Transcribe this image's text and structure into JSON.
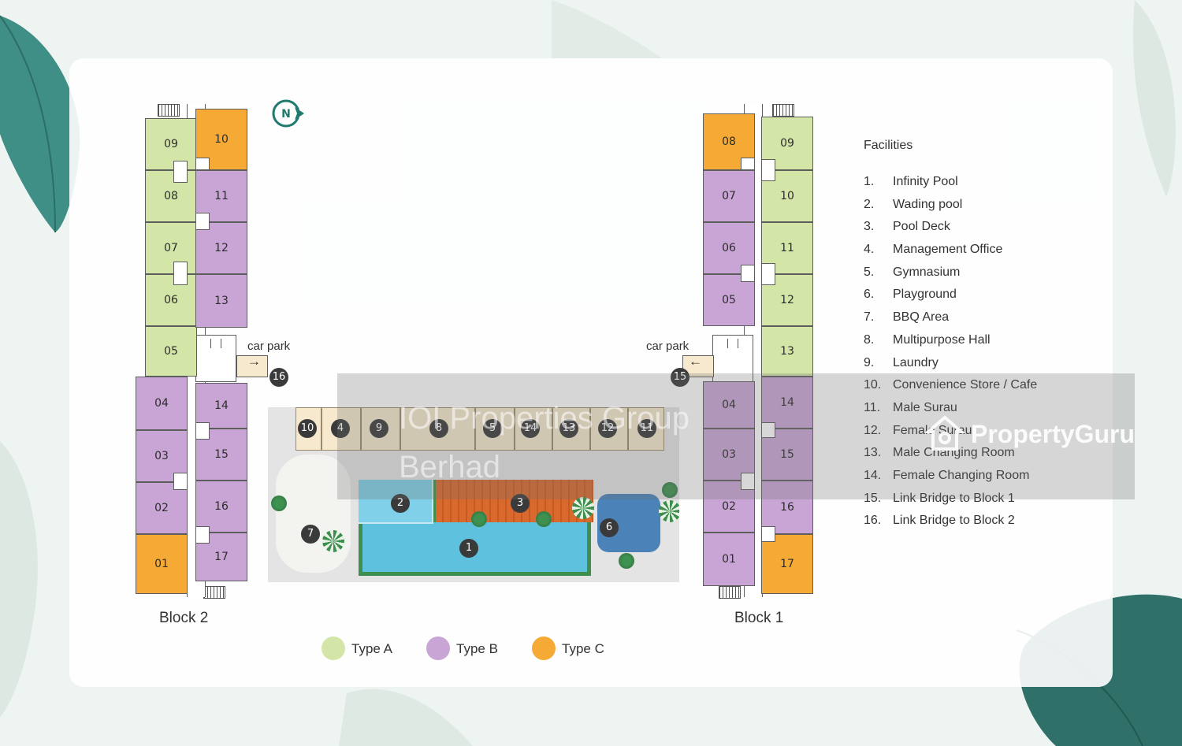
{
  "compass_label": "N",
  "block2": {
    "label": "Block 2",
    "left_units": [
      {
        "no": "09",
        "type": "A"
      },
      {
        "no": "08",
        "type": "A"
      },
      {
        "no": "07",
        "type": "A"
      },
      {
        "no": "06",
        "type": "A"
      },
      {
        "no": "05",
        "type": "A"
      },
      {
        "no": "04",
        "type": "B"
      },
      {
        "no": "03",
        "type": "B"
      },
      {
        "no": "02",
        "type": "B"
      },
      {
        "no": "01",
        "type": "C"
      }
    ],
    "right_units": [
      {
        "no": "10",
        "type": "C"
      },
      {
        "no": "11",
        "type": "B"
      },
      {
        "no": "12",
        "type": "B"
      },
      {
        "no": "13",
        "type": "B"
      },
      {
        "no": "14",
        "type": "B"
      },
      {
        "no": "15",
        "type": "B"
      },
      {
        "no": "16",
        "type": "B"
      },
      {
        "no": "17",
        "type": "B"
      }
    ],
    "car_park": "car park",
    "arrow": "→",
    "bridge_badge": "16"
  },
  "block1": {
    "label": "Block 1",
    "left_units": [
      {
        "no": "08",
        "type": "C"
      },
      {
        "no": "07",
        "type": "B"
      },
      {
        "no": "06",
        "type": "B"
      },
      {
        "no": "05",
        "type": "B"
      },
      {
        "no": "04",
        "type": "B"
      },
      {
        "no": "03",
        "type": "B"
      },
      {
        "no": "02",
        "type": "B"
      },
      {
        "no": "01",
        "type": "B"
      }
    ],
    "right_units": [
      {
        "no": "09",
        "type": "A"
      },
      {
        "no": "10",
        "type": "A"
      },
      {
        "no": "11",
        "type": "A"
      },
      {
        "no": "12",
        "type": "A"
      },
      {
        "no": "13",
        "type": "A"
      },
      {
        "no": "14",
        "type": "B"
      },
      {
        "no": "15",
        "type": "B"
      },
      {
        "no": "16",
        "type": "B"
      },
      {
        "no": "17",
        "type": "C"
      }
    ],
    "car_park": "car park",
    "arrow": "←",
    "bridge_badge": "15"
  },
  "site_badges": [
    "10",
    "4",
    "9",
    "8",
    "5",
    "14",
    "13",
    "12",
    "11",
    "2",
    "3",
    "1",
    "6",
    "7"
  ],
  "legend": [
    {
      "label": "Type A",
      "color": "#d3e6a8"
    },
    {
      "label": "Type B",
      "color": "#c9a5d6"
    },
    {
      "label": "Type C",
      "color": "#f6aa36"
    }
  ],
  "facilities": {
    "title": "Facilities",
    "items": [
      {
        "no": "1.",
        "name": "Infinity Pool"
      },
      {
        "no": "2.",
        "name": "Wading pool"
      },
      {
        "no": "3.",
        "name": "Pool Deck"
      },
      {
        "no": "4.",
        "name": "Management Office"
      },
      {
        "no": "5.",
        "name": "Gymnasium"
      },
      {
        "no": "6.",
        "name": "Playground"
      },
      {
        "no": "7.",
        "name": "BBQ Area"
      },
      {
        "no": "8.",
        "name": "Multipurpose Hall"
      },
      {
        "no": "9.",
        "name": "Laundry"
      },
      {
        "no": "10.",
        "name": "Convenience Store / Cafe"
      },
      {
        "no": "11.",
        "name": "Male Surau"
      },
      {
        "no": "12.",
        "name": "Female Surau"
      },
      {
        "no": "13.",
        "name": "Male Changing Room"
      },
      {
        "no": "14.",
        "name": "Female Changing Room"
      },
      {
        "no": "15.",
        "name": "Link Bridge to Block 1"
      },
      {
        "no": "16.",
        "name": "Link Bridge to Block 2"
      }
    ]
  },
  "watermark": {
    "text_line1": "IOI Properties Group",
    "text_line2": "Berhad",
    "brand": "PropertyGuru"
  },
  "colors": {
    "type_a": "#d3e6a8",
    "type_b": "#c9a5d6",
    "type_c": "#f6aa36",
    "accent": "#1f7a6d"
  }
}
